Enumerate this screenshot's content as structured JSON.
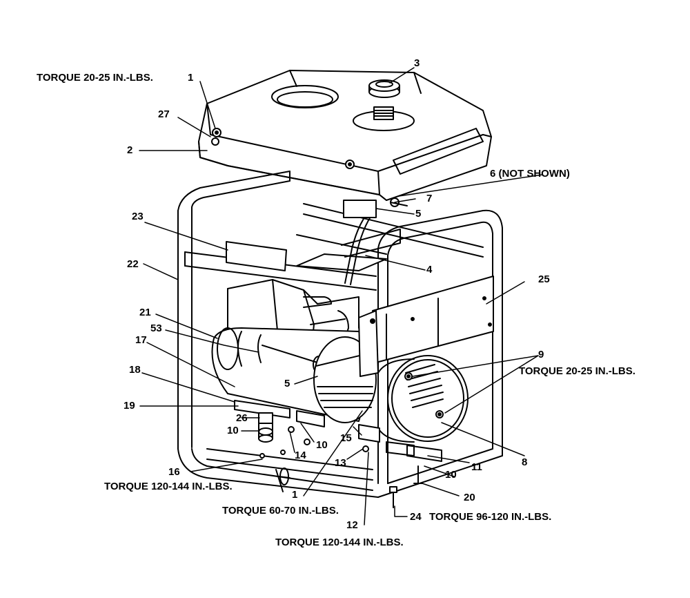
{
  "labels": {
    "torque_cover": "TORQUE 20-25 IN.-LBS.",
    "p1_top": "1",
    "p3": "3",
    "p27": "27",
    "p2": "2",
    "p6": "6 (NOT SHOWN)",
    "p7": "7",
    "p5_upper": "5",
    "p23": "23",
    "p4": "4",
    "p22": "22",
    "p25": "25",
    "p21": "21",
    "p53": "53",
    "p17": "17",
    "p9": "9",
    "torque_9": "TORQUE 20-25 IN.-LBS.",
    "p5_lower": "5",
    "p18": "18",
    "p19": "19",
    "p26": "26",
    "p10_left": "10",
    "p14": "14",
    "p10_mid": "10",
    "p15": "15",
    "p13": "13",
    "p11": "11",
    "p8": "8",
    "p16": "16",
    "torque_16": "TORQUE 120-144 IN.-LBS.",
    "p10_right": "10",
    "p20": "20",
    "p1_bottom": "1",
    "torque_1": "TORQUE 60-70 IN.-LBS.",
    "p12": "12",
    "p24": "24",
    "torque_24": "TORQUE 96-120 IN.-LBS.",
    "torque_12": "TORQUE 120-144 IN.-LBS."
  }
}
